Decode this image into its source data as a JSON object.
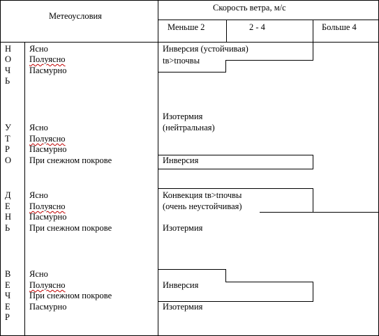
{
  "header": {
    "conditions_label": "Метеоусловия",
    "wind_speed_label": "Скорость ветра, м/с",
    "speed_lt2": "Меньше 2",
    "speed_2_4": "2 - 4",
    "speed_gt4": "Больше 4"
  },
  "night": {
    "letters": [
      "Н",
      "О",
      "Ч",
      "Ь"
    ],
    "weather": [
      "Ясно",
      "Полуясно",
      "Пасмурно"
    ],
    "inversion_label": "Инверсия (устойчивая)",
    "temp_relation": "tв>tпочвы"
  },
  "morning": {
    "letters": [
      "У",
      "Т",
      "Р",
      "О"
    ],
    "weather": [
      "Ясно",
      "Полуясно",
      "Пасмурно",
      "При снежном покрове"
    ],
    "isotherm_label": "Изотермия",
    "neutral_label": "(нейтральная)",
    "inversion_label": "Инверсия"
  },
  "day": {
    "letters": [
      "Д",
      "Е",
      "Н",
      "Ь"
    ],
    "weather": [
      "Ясно",
      "Полуясно",
      "Пасмурно",
      "При снежном покрове"
    ],
    "convection_label": "Конвекция tв>tпочвы",
    "unstable_label": "(очень неустойчивая)",
    "isotherm_label": "Изотермия"
  },
  "evening": {
    "letters": [
      "В",
      "Е",
      "Ч",
      "Е",
      "Р"
    ],
    "weather": [
      "Ясно",
      "Полуясно",
      "При снежном покрове",
      "Пасмурно"
    ],
    "inversion_label": "Инверсия",
    "isotherm_label": "Изотермия"
  }
}
